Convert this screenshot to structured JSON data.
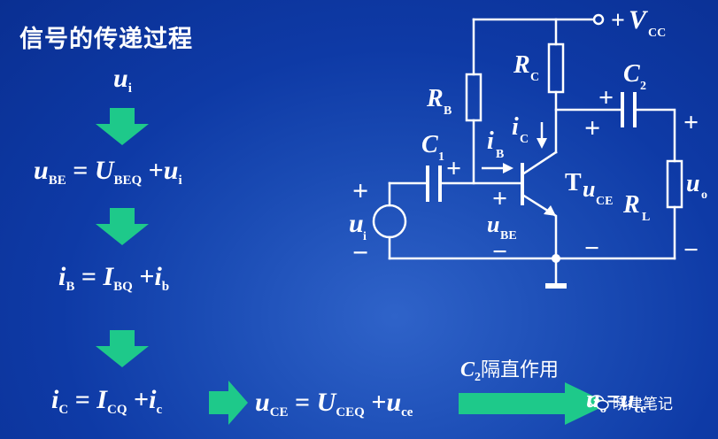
{
  "title": "信号的传递过程",
  "flow": {
    "ui": {
      "var": "u",
      "sub": "i"
    },
    "eq_ube": {
      "lhs": "u",
      "lhs_sub": "BE",
      "eq": "=",
      "a": "U",
      "a_sub": "BEQ",
      "plus": "+",
      "b": "u",
      "b_sub": "i"
    },
    "eq_ib": {
      "lhs": "i",
      "lhs_sub": "B",
      "eq": "=",
      "a": "I",
      "a_sub": "BQ",
      "plus": "+",
      "b": "i",
      "b_sub": "b"
    },
    "eq_ic": {
      "lhs": "i",
      "lhs_sub": "C",
      "eq": "=",
      "a": "I",
      "a_sub": "CQ",
      "plus": "+",
      "b": "i",
      "b_sub": "c"
    },
    "eq_uce": {
      "lhs": "u",
      "lhs_sub": "CE",
      "eq": "=",
      "a": "U",
      "a_sub": "CEQ",
      "plus": "+",
      "b": "u",
      "b_sub": "ce"
    },
    "eq_uo": {
      "lhs": "u",
      "lhs_sub": "o",
      "eq": "=",
      "b": "u",
      "b_sub": "ce"
    },
    "c2_note": {
      "var": "C",
      "sub": "2",
      "text": "隔直作用"
    }
  },
  "circuit": {
    "vcc": {
      "plus": "+",
      "var": "V",
      "sub": "CC"
    },
    "rc": {
      "var": "R",
      "sub": "C"
    },
    "rb": {
      "var": "R",
      "sub": "B"
    },
    "c1": {
      "var": "C",
      "sub": "1"
    },
    "c2": {
      "var": "C",
      "sub": "2"
    },
    "ib": {
      "var": "i",
      "sub": "B"
    },
    "ic": {
      "var": "i",
      "sub": "C"
    },
    "transistor": "T",
    "uce": {
      "var": "u",
      "sub": "CE"
    },
    "rl": {
      "var": "R",
      "sub": "L"
    },
    "uo": {
      "var": "u",
      "sub": "o"
    },
    "ui": {
      "var": "u",
      "sub": "i"
    },
    "ube": {
      "var": "u",
      "sub": "BE"
    },
    "plus": "+",
    "minus": "−"
  },
  "colors": {
    "arrow": "#1ec98a",
    "wire": "#ffffff",
    "background": "#1a4bb4"
  },
  "watermark": {
    "icon": "wechat-icon",
    "text": "晓津笔记"
  }
}
